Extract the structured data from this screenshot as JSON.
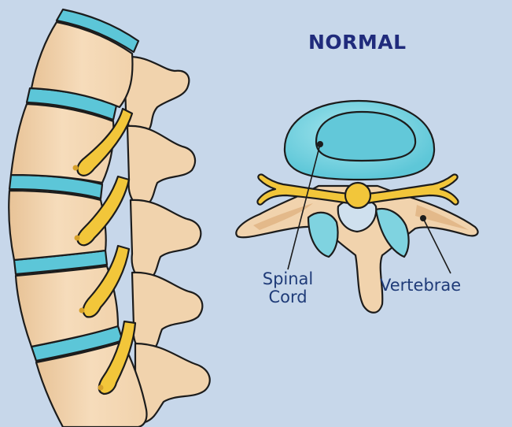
{
  "title": "NORMAL",
  "labels": {
    "spinal_line1": "Spinal",
    "spinal_line2": "Cord",
    "vertebrae": "Vertebrae"
  },
  "colors": {
    "background": "#c7d7ea",
    "bone_fill": "#f3d7b3",
    "bone_outline": "#1c1c1c",
    "disc": "#58c6d8",
    "nerve": "#f2c63a",
    "nerve_tip": "#d6a02a",
    "label_text": "#1f3b78"
  }
}
